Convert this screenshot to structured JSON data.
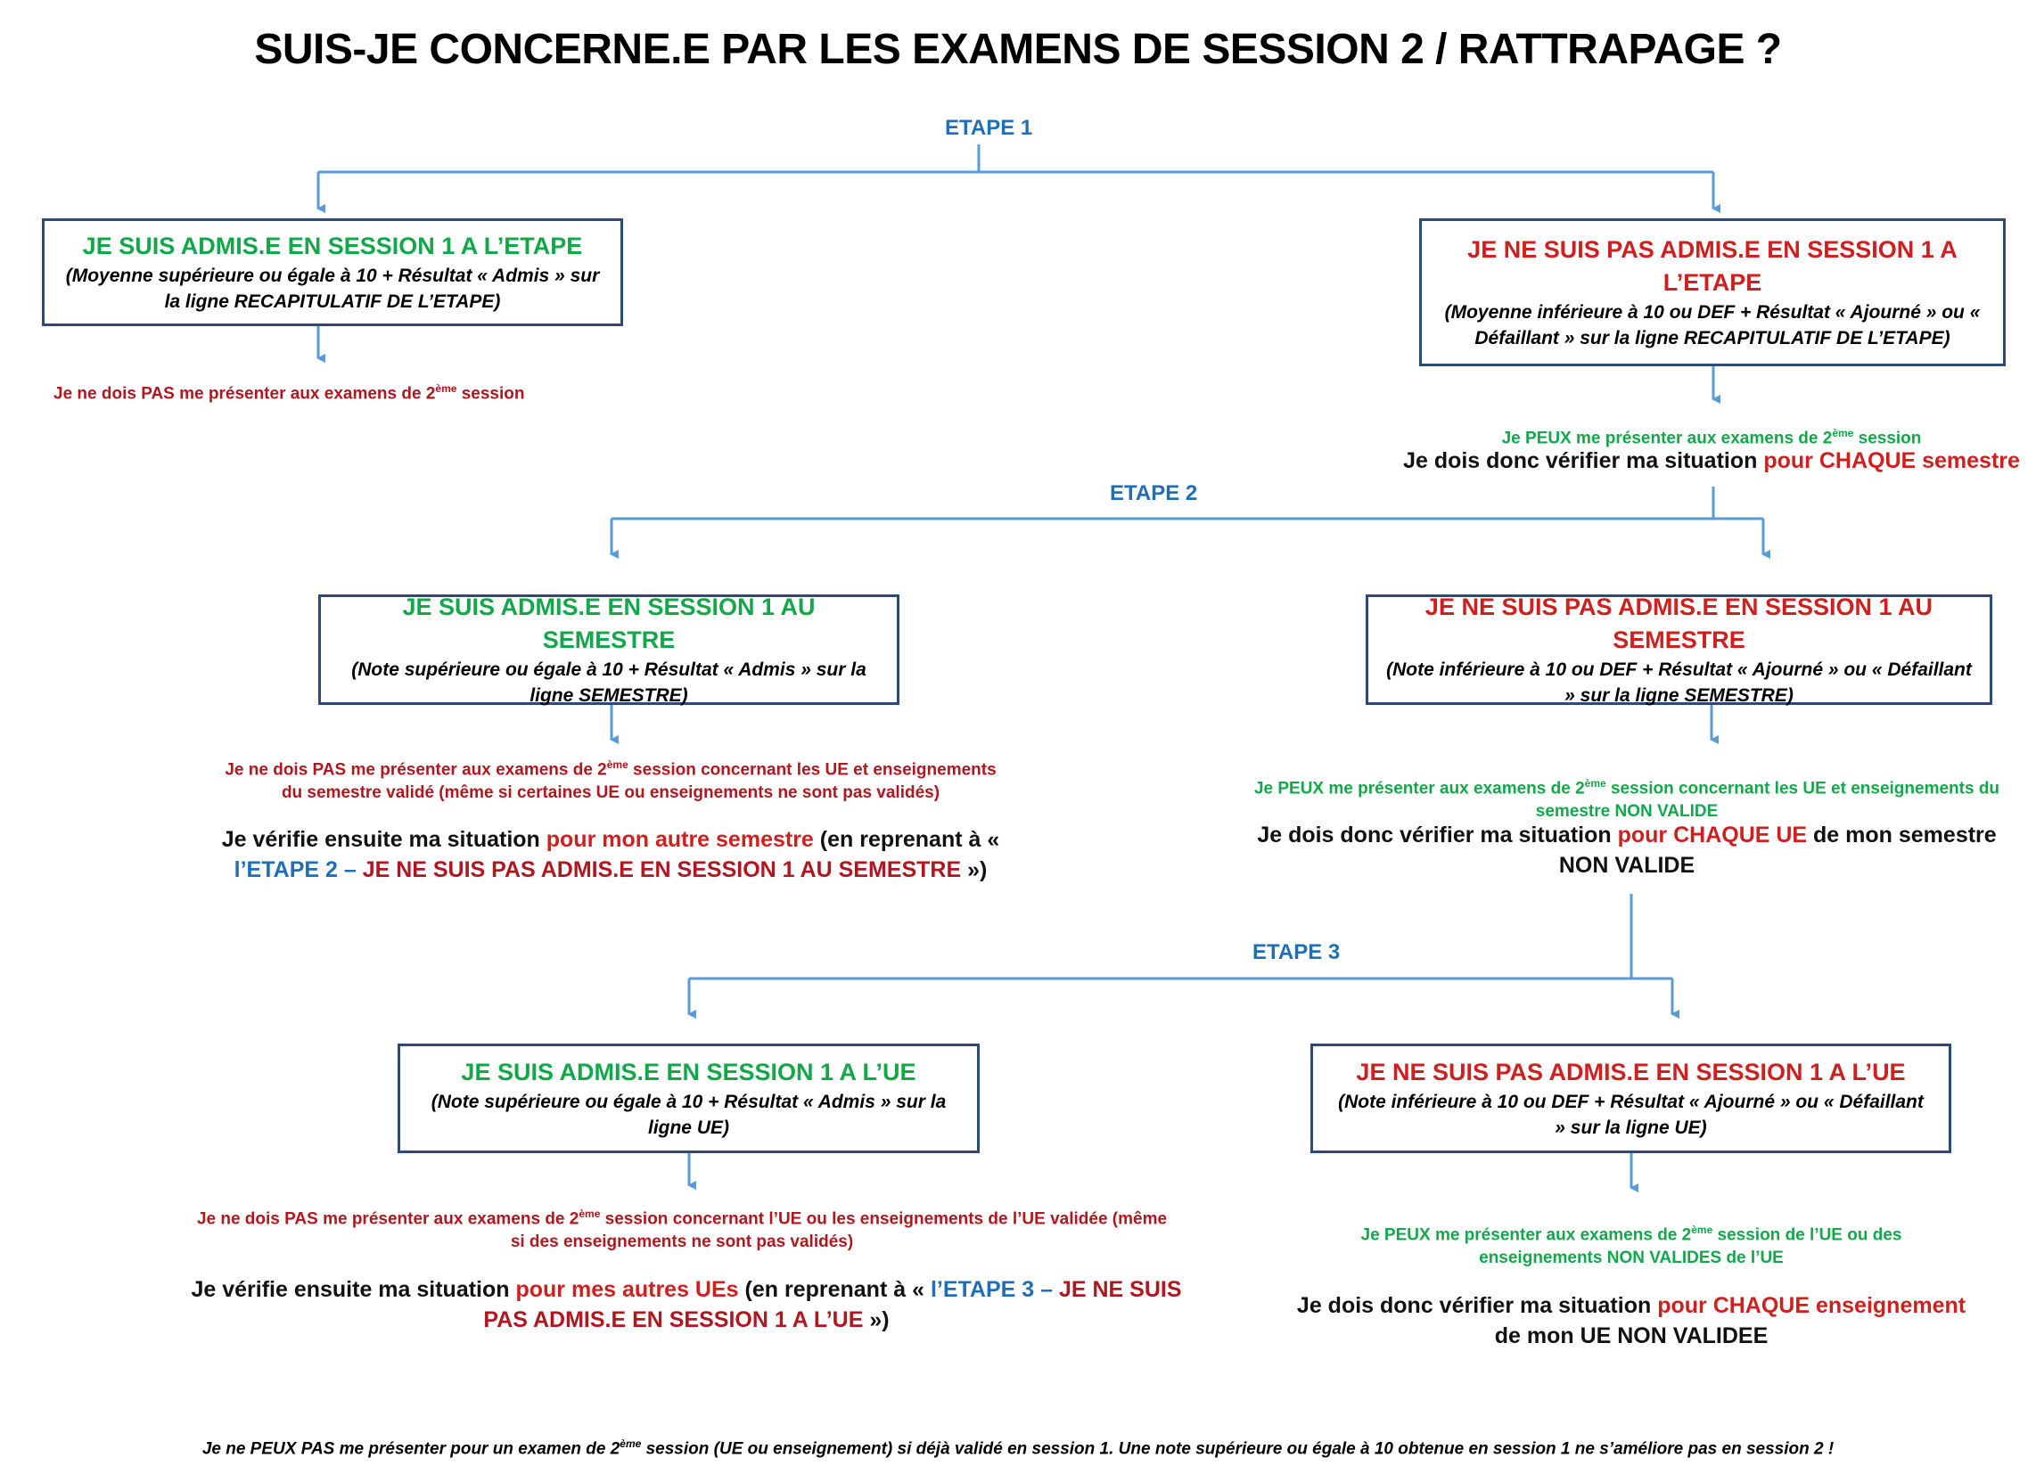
{
  "title": "SUIS-JE CONCERNE.E PAR LES EXAMENS DE SESSION 2 / RATTRAPAGE ?",
  "steps": {
    "etape1": "ETAPE 1",
    "etape2": "ETAPE 2",
    "etape3": "ETAPE 3"
  },
  "colors": {
    "connector": "#5b9bd5",
    "box_border": "#2b4a78",
    "green": "#12a84a",
    "red": "#d01f1f",
    "blue": "#1f6fb8"
  },
  "etape1": {
    "admis": {
      "head": "JE SUIS ADMIS.E EN SESSION 1 A L’ETAPE",
      "sub": "(Moyenne supérieure ou égale à 10 + Résultat « Admis » sur la ligne RECAPITULATIF DE L’ETAPE)",
      "result_a": "Je ne dois PAS me présenter aux examens de 2",
      "result_sup": "ème",
      "result_b": " session"
    },
    "non_admis": {
      "head": "JE NE SUIS PAS ADMIS.E EN SESSION 1 A L’ETAPE",
      "sub": "(Moyenne inférieure à 10 ou DEF + Résultat « Ajourné » ou « Défaillant » sur la ligne RECAPITULATIF DE L’ETAPE)",
      "result_a": "Je PEUX me présenter aux examens de 2",
      "result_sup": "ème",
      "result_b": " session",
      "verify_a": "Je dois donc vérifier ma situation ",
      "verify_b": "pour CHAQUE semestre"
    }
  },
  "etape2": {
    "admis": {
      "head": "JE SUIS ADMIS.E EN SESSION 1 AU SEMESTRE",
      "sub": "(Note supérieure ou égale à 10 + Résultat « Admis » sur la ligne SEMESTRE)",
      "result_a": "Je ne dois PAS me présenter aux examens de 2",
      "result_sup": "ème",
      "result_b": " session concernant les UE et enseignements du semestre validé (même si certaines UE ou enseignements ne sont pas validés)",
      "verify_a": "Je vérifie ensuite ma situation ",
      "verify_b": "pour mon autre semestre",
      "verify_c": " (en reprenant à « ",
      "verify_d": "l’ETAPE 2 – ",
      "verify_e": "JE NE SUIS PAS ADMIS.E EN SESSION 1 AU SEMESTRE",
      "verify_f": " »)"
    },
    "non_admis": {
      "head": "JE NE SUIS PAS ADMIS.E EN SESSION 1 AU SEMESTRE",
      "sub": "(Note inférieure à 10 ou DEF + Résultat « Ajourné » ou « Défaillant » sur la ligne SEMESTRE)",
      "result_a": "Je PEUX me présenter aux examens de 2",
      "result_sup": "ème",
      "result_b": " session concernant les UE et enseignements du semestre NON VALIDE",
      "verify_a": "Je dois donc vérifier ma situation ",
      "verify_b": "pour CHAQUE UE",
      "verify_c": " de mon semestre NON VALIDE"
    }
  },
  "etape3": {
    "admis": {
      "head": "JE SUIS ADMIS.E EN SESSION 1 A L’UE",
      "sub": "(Note supérieure ou égale à 10 + Résultat « Admis » sur la ligne UE)",
      "result_a": "Je ne dois PAS me présenter aux examens de 2",
      "result_sup": "ème",
      "result_b": " session concernant l’UE ou les enseignements de l’UE validée (même si des enseignements ne sont pas validés)",
      "verify_a": "Je vérifie ensuite ma situation ",
      "verify_b": "pour mes autres UEs",
      "verify_c": " (en reprenant à « ",
      "verify_d": "l’ETAPE 3 – ",
      "verify_e": "JE NE SUIS PAS ADMIS.E EN SESSION 1 A L’UE",
      "verify_f": " »)"
    },
    "non_admis": {
      "head": "JE NE SUIS PAS ADMIS.E EN SESSION 1 A L’UE",
      "sub": "(Note inférieure à 10 ou DEF + Résultat « Ajourné » ou « Défaillant » sur la ligne UE)",
      "result_a": "Je PEUX me présenter aux examens de 2",
      "result_sup": "ème",
      "result_b": " session de l’UE ou des enseignements NON VALIDES de l’UE",
      "verify_a": "Je dois donc vérifier ma situation ",
      "verify_b": "pour CHAQUE enseignement",
      "verify_c": " de mon UE NON VALIDEE"
    }
  },
  "footer": {
    "a": "Je ne PEUX PAS me présenter pour un examen de 2",
    "sup": "ème",
    "b": " session (UE ou enseignement) si déjà validé en session 1. Une note supérieure ou égale à 10 obtenue en session 1 ne s’améliore pas en session 2 !"
  }
}
